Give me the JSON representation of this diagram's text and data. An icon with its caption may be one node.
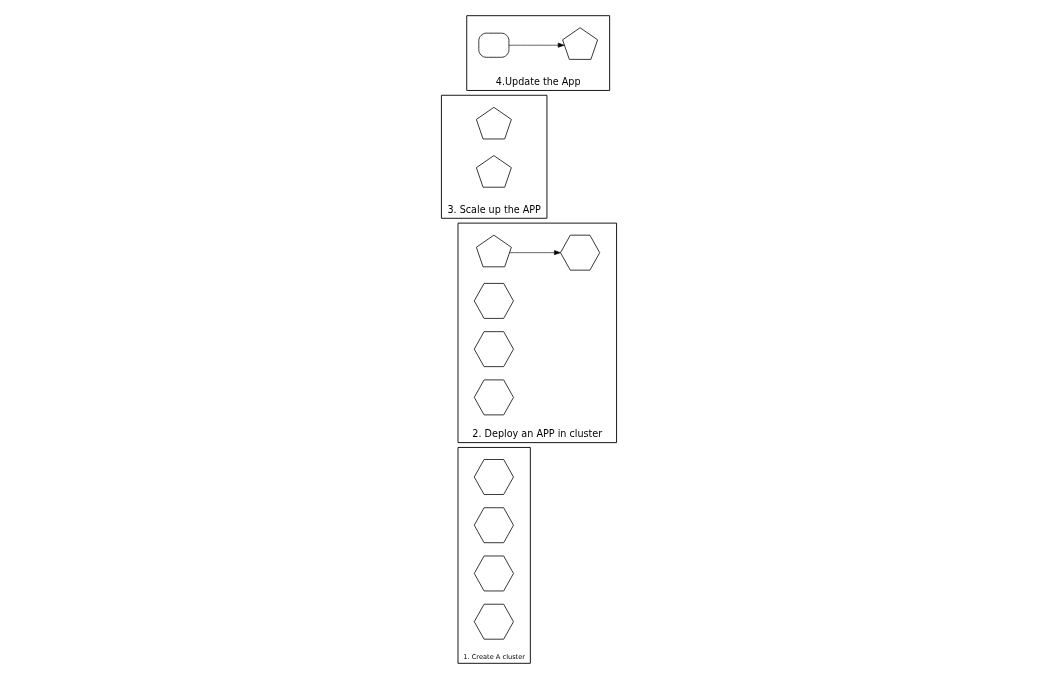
{
  "diagram": {
    "nodes": [
      {
        "text": [
          "1. Create A cluster"
        ]
      },
      {
        "text": [],
        "shape": "hexagon",
        "in": 0
      },
      {
        "text": [],
        "shape": "hexagon",
        "in": 0
      },
      {
        "text": [],
        "shape": "hexagon",
        "in": 0
      },
      {
        "text": [],
        "shape": "hexagon",
        "in": 0
      },
      {
        "text": [
          "2. Deploy an APP in cluster"
        ]
      },
      {
        "text": [],
        "shape": "pentagon",
        "in": 5
      },
      {
        "text": [],
        "shape": "hexagon",
        "in": 5
      },
      {
        "text": [],
        "shape": "hexagon",
        "in": 5
      },
      {
        "text": [],
        "shape": "hexagon",
        "in": 5
      },
      {
        "text": [],
        "shape": "hexagon",
        "in": 5
      },
      {
        "text": [
          "3. Scale up the APP"
        ]
      },
      {
        "text": [],
        "shape": "pentagon",
        "in": 11
      },
      {
        "text": [],
        "shape": "pentagon",
        "in": 11
      },
      {
        "text": [
          "4.Update the App"
        ]
      },
      {
        "text": [],
        "shape": "box",
        "in": 14
      },
      {
        "text": [],
        "shape": "pentagon",
        "in": 14
      }
    ],
    "edges": [
      {
        "from": 6,
        "to": 7,
        "arrow": "to"
      },
      {
        "from": 15,
        "to": 16,
        "arrow": "to"
      }
    ]
  }
}
